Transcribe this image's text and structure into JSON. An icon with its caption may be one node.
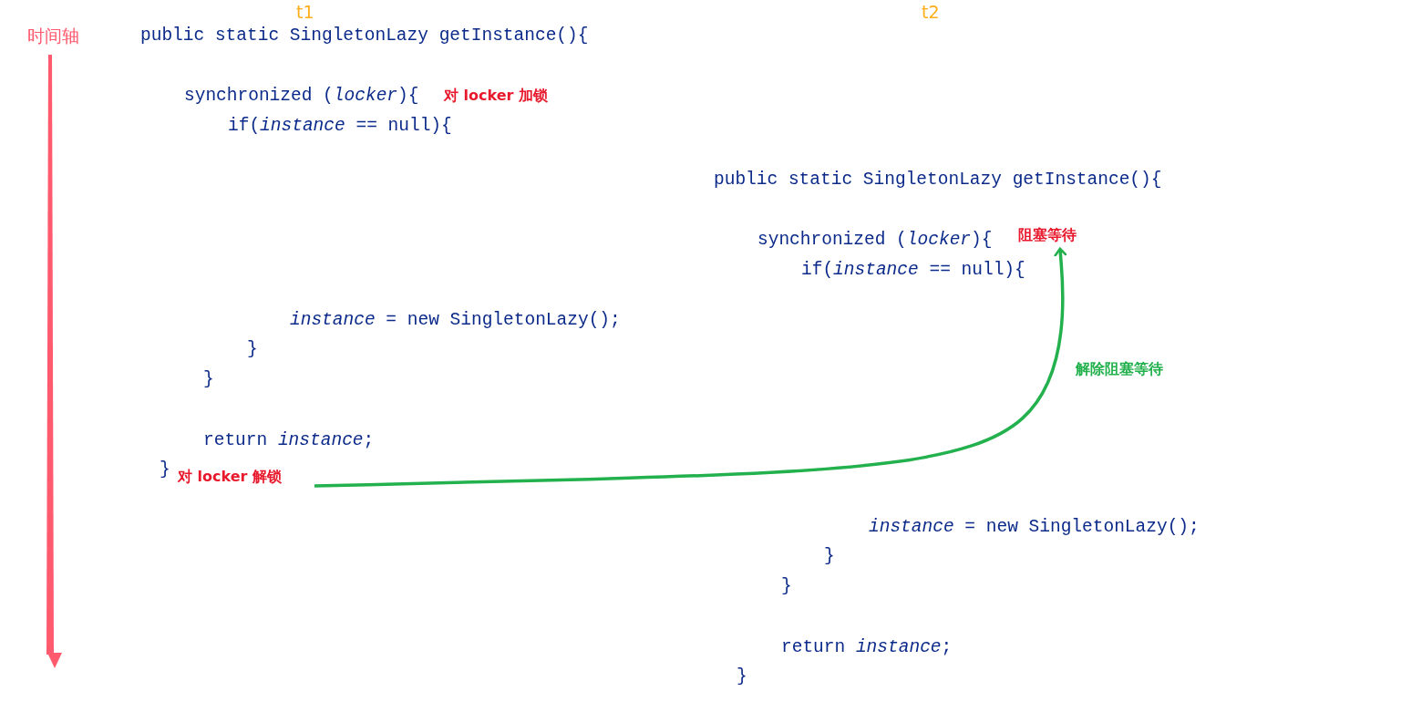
{
  "diagram": {
    "nodes": [
      {
        "text": [
          "对 locker 解锁"
        ]
      },
      {
        "text": [
          "阻塞等待"
        ]
      }
    ],
    "edges": [
      {
        "from": 0,
        "to": 1,
        "arrow": "to",
        "label": "解除阻塞等待",
        "color": "#22b14c"
      }
    ],
    "labels": [
      "时间轴",
      "t1",
      "t2",
      "public static SingletonLazy getInstance(){",
      "synchronized (*locker*){",
      "if(*instance* == null){",
      "*instance* = new SingletonLazy();",
      "}",
      "}",
      "return *instance*;",
      "}",
      "对 locker 加锁",
      "public static SingletonLazy getInstance(){",
      "synchronized (*locker*){",
      "if(*instance* == null){",
      "*instance* = new SingletonLazy();",
      "}",
      "}",
      "return *instance*;",
      "}"
    ]
  }
}
